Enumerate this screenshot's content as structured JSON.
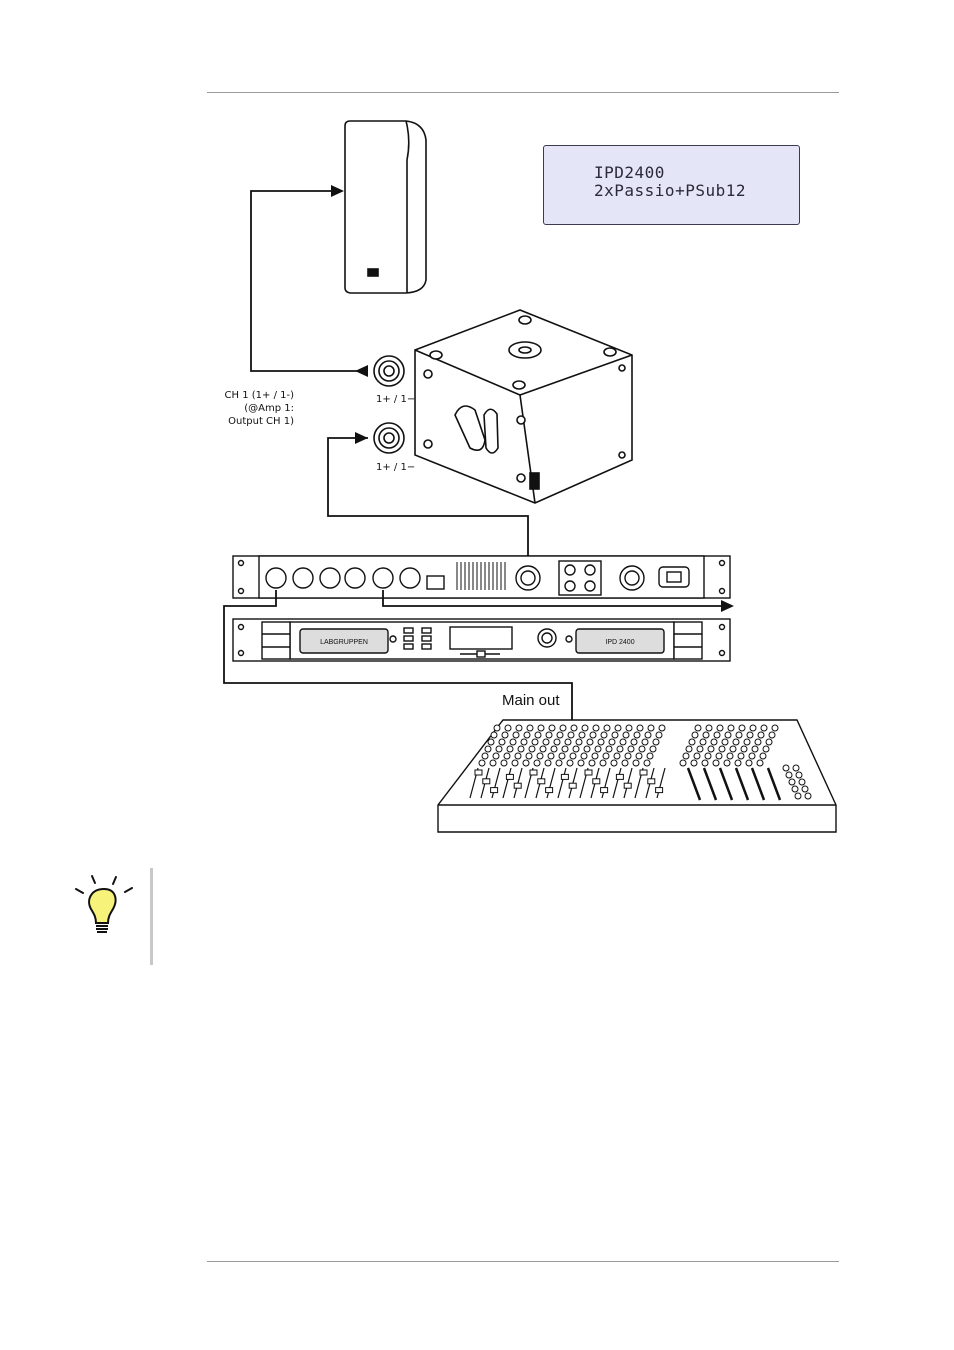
{
  "lcd_display": {
    "line1": "IPD2400",
    "line2": "2xPassio+PSub12"
  },
  "labels": {
    "ch1_line1": "CH 1 (1+ / 1-)",
    "ch1_line2": "(@Amp 1:",
    "ch1_line3": "Output CH 1)",
    "speakon_top": "1+ / 1−",
    "speakon_bottom": "1+ / 1−",
    "main_out": "Main out"
  },
  "rack_front": {
    "brand": "LABGRUPPEN",
    "model": "IPD 2400"
  },
  "icons": {
    "tip": "lightbulb-icon"
  },
  "colors": {
    "lcd_background": "#e4e5f7",
    "lightbulb": "#f7f27a",
    "line": "#111111"
  }
}
